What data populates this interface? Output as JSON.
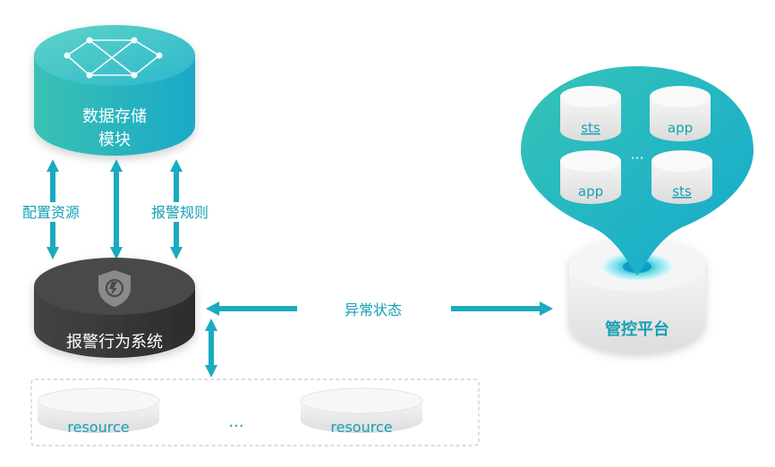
{
  "storage_module": {
    "line1": "数据存储",
    "line2": "模块",
    "icon": "network-graph-icon"
  },
  "alarm_system": {
    "label": "报警行为系统",
    "icon": "shield-refresh-icon"
  },
  "edges": {
    "config_resource": "配置资源",
    "alarm_rules": "报警规则",
    "abnormal_state": "异常状态"
  },
  "resources": {
    "left": "resource",
    "ellipsis": "···",
    "right": "resource"
  },
  "control_platform": {
    "label": "管控平台",
    "bubble": {
      "top_left": "sts",
      "top_right": "app",
      "ellipsis": "···",
      "bottom_left": "app",
      "bottom_right": "sts"
    }
  },
  "colors": {
    "teal": "#1fb3c2",
    "arrow": "#1aabc0",
    "dark": "#3a3a3a",
    "label": "#14a0b4"
  }
}
